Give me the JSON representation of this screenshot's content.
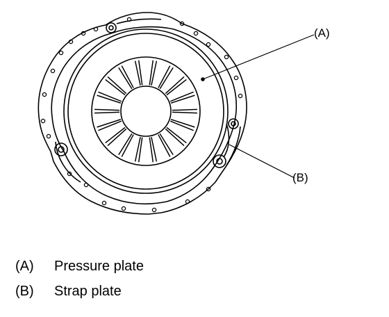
{
  "callouts": {
    "a": "(A)",
    "b": "(B)"
  },
  "legend": [
    {
      "key": "(A)",
      "text": "Pressure plate"
    },
    {
      "key": "(B)",
      "text": "Strap plate"
    }
  ],
  "colors": {
    "line": "#000000",
    "background": "#ffffff"
  }
}
